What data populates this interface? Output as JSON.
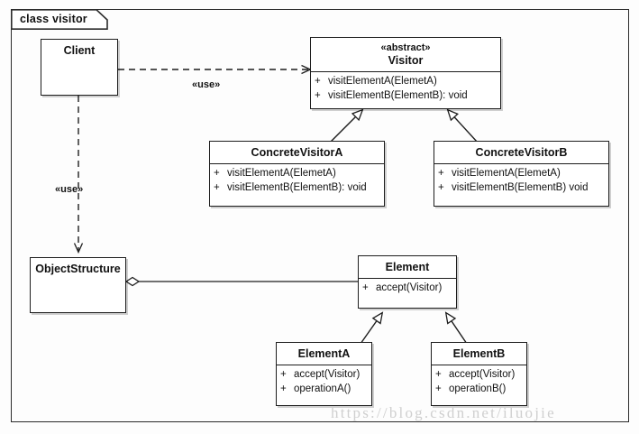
{
  "diagram": {
    "frame_label": "class visitor",
    "watermark": "https://blog.csdn.net/iluojie"
  },
  "classes": {
    "client": {
      "name": "Client",
      "stereotype": "",
      "operations": []
    },
    "visitor": {
      "name": "Visitor",
      "stereotype": "«abstract»",
      "operations": [
        {
          "visibility": "+",
          "signature": "visitElementA(ElemetA)"
        },
        {
          "visibility": "+",
          "signature": "visitElementB(ElementB): void"
        }
      ]
    },
    "concrete_visitor_a": {
      "name": "ConcreteVisitorA",
      "stereotype": "",
      "operations": [
        {
          "visibility": "+",
          "signature": "visitElementA(ElemetA)"
        },
        {
          "visibility": "+",
          "signature": "visitElementB(ElementB): void"
        }
      ]
    },
    "concrete_visitor_b": {
      "name": "ConcreteVisitorB",
      "stereotype": "",
      "operations": [
        {
          "visibility": "+",
          "signature": "visitElementA(ElemetA)"
        },
        {
          "visibility": "+",
          "signature": "visitElementB(ElementB) void"
        }
      ]
    },
    "object_structure": {
      "name": "ObjectStructure",
      "stereotype": "",
      "operations": []
    },
    "element": {
      "name": "Element",
      "stereotype": "",
      "operations": [
        {
          "visibility": "+",
          "signature": "accept(Visitor)"
        }
      ]
    },
    "element_a": {
      "name": "ElementA",
      "stereotype": "",
      "operations": [
        {
          "visibility": "+",
          "signature": "accept(Visitor)"
        },
        {
          "visibility": "+",
          "signature": "operationA()"
        }
      ]
    },
    "element_b": {
      "name": "ElementB",
      "stereotype": "",
      "operations": [
        {
          "visibility": "+",
          "signature": "accept(Visitor)"
        },
        {
          "visibility": "+",
          "signature": "operationB()"
        }
      ]
    }
  },
  "relations": {
    "client_uses_visitor": {
      "label": "«use»",
      "kind": "dependency"
    },
    "client_uses_object_structure": {
      "label": "«use»",
      "kind": "dependency"
    },
    "cva_extends_visitor": {
      "label": "",
      "kind": "generalization"
    },
    "cvb_extends_visitor": {
      "label": "",
      "kind": "generalization"
    },
    "os_aggregates_element": {
      "label": "",
      "kind": "aggregation"
    },
    "ea_extends_element": {
      "label": "",
      "kind": "generalization"
    },
    "eb_extends_element": {
      "label": "",
      "kind": "generalization"
    }
  },
  "colors": {
    "line": "#1d1d1d",
    "box_fill": "#ffffff",
    "watermark": "#cfcfcf"
  }
}
